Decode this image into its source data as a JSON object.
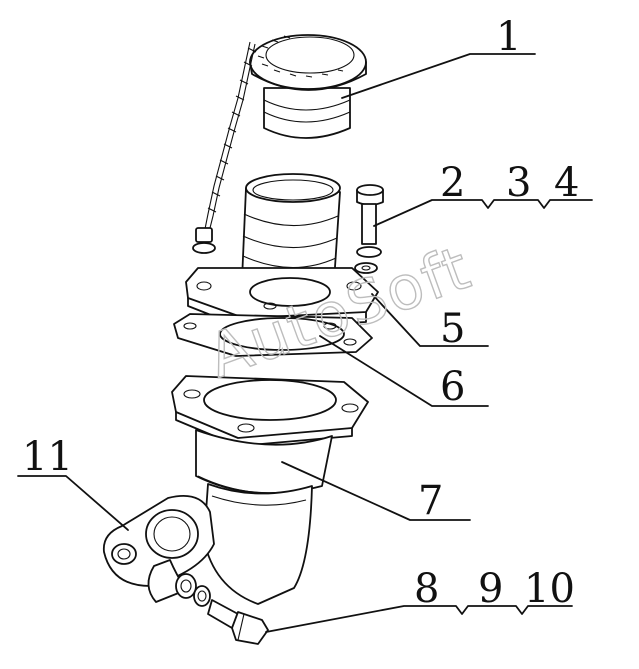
{
  "watermark": "AutoSoft",
  "callouts": [
    {
      "id": "1",
      "label": "1"
    },
    {
      "id": "2",
      "label": "2"
    },
    {
      "id": "3",
      "label": "3"
    },
    {
      "id": "4",
      "label": "4"
    },
    {
      "id": "5",
      "label": "5"
    },
    {
      "id": "6",
      "label": "6"
    },
    {
      "id": "7",
      "label": "7"
    },
    {
      "id": "8",
      "label": "8"
    },
    {
      "id": "9",
      "label": "9"
    },
    {
      "id": "10",
      "label": "10"
    },
    {
      "id": "11",
      "label": "11"
    }
  ],
  "colors": {
    "line": "#111111",
    "watermark": "#bdbdbd",
    "background": "#ffffff"
  }
}
